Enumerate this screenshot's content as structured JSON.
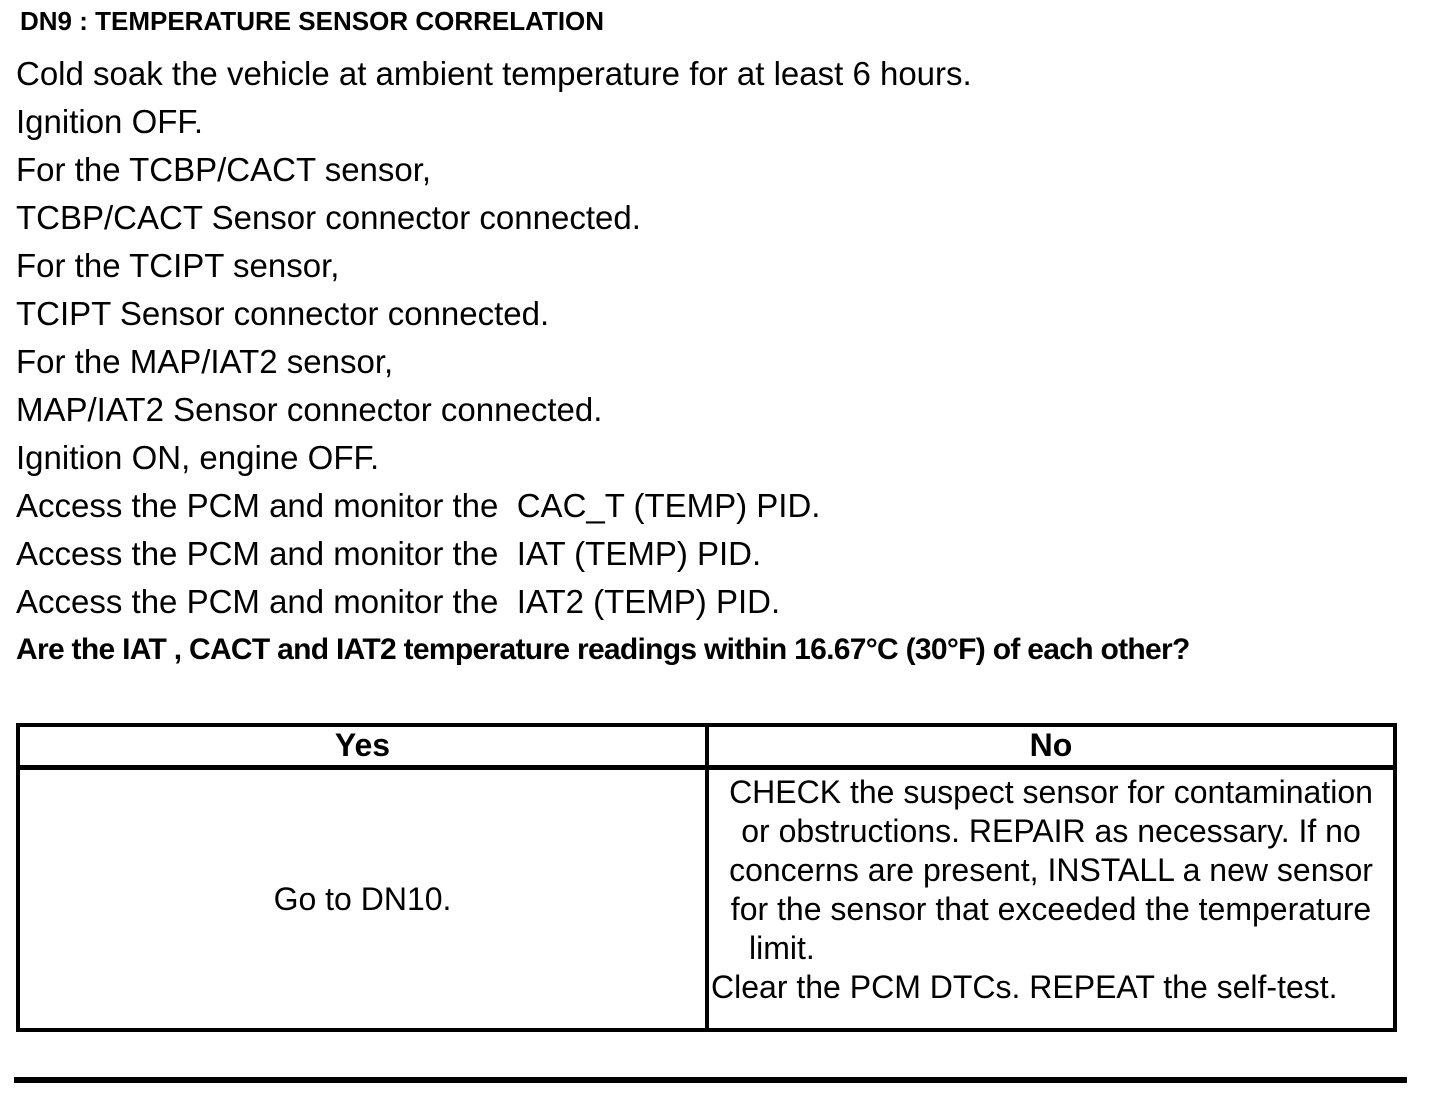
{
  "title": "DN9 : TEMPERATURE SENSOR CORRELATION",
  "procedure_lines": [
    "Cold soak the vehicle at ambient temperature for at least 6 hours.",
    "Ignition OFF.",
    "For the TCBP/CACT sensor,",
    "TCBP/CACT Sensor connector connected.",
    "For the TCIPT sensor,",
    "TCIPT Sensor connector connected.",
    "For the MAP/IAT2 sensor,",
    "MAP/IAT2 Sensor connector connected.",
    "Ignition ON, engine OFF.",
    "Access the PCM and monitor the  CAC_T (TEMP) PID.",
    "Access the PCM and monitor the  IAT (TEMP) PID.",
    "Access the PCM and monitor the  IAT2 (TEMP) PID."
  ],
  "question": "Are the IAT , CACT and IAT2 temperature readings within 16.67°C (30°F) of each other?",
  "result_table": {
    "headers": {
      "yes": "Yes",
      "no": "No"
    },
    "yes_action": "Go to DN10.",
    "no_action_lines": [
      "CHECK the suspect sensor for contamination",
      "or obstructions. REPAIR as necessary. If no",
      "concerns are present, INSTALL a new sensor",
      "for the sensor that exceeded the temperature",
      "limit.",
      "Clear the PCM DTCs. REPEAT the self-test."
    ]
  },
  "colors": {
    "background": "#ffffff",
    "text": "#000000",
    "border": "#000000"
  }
}
